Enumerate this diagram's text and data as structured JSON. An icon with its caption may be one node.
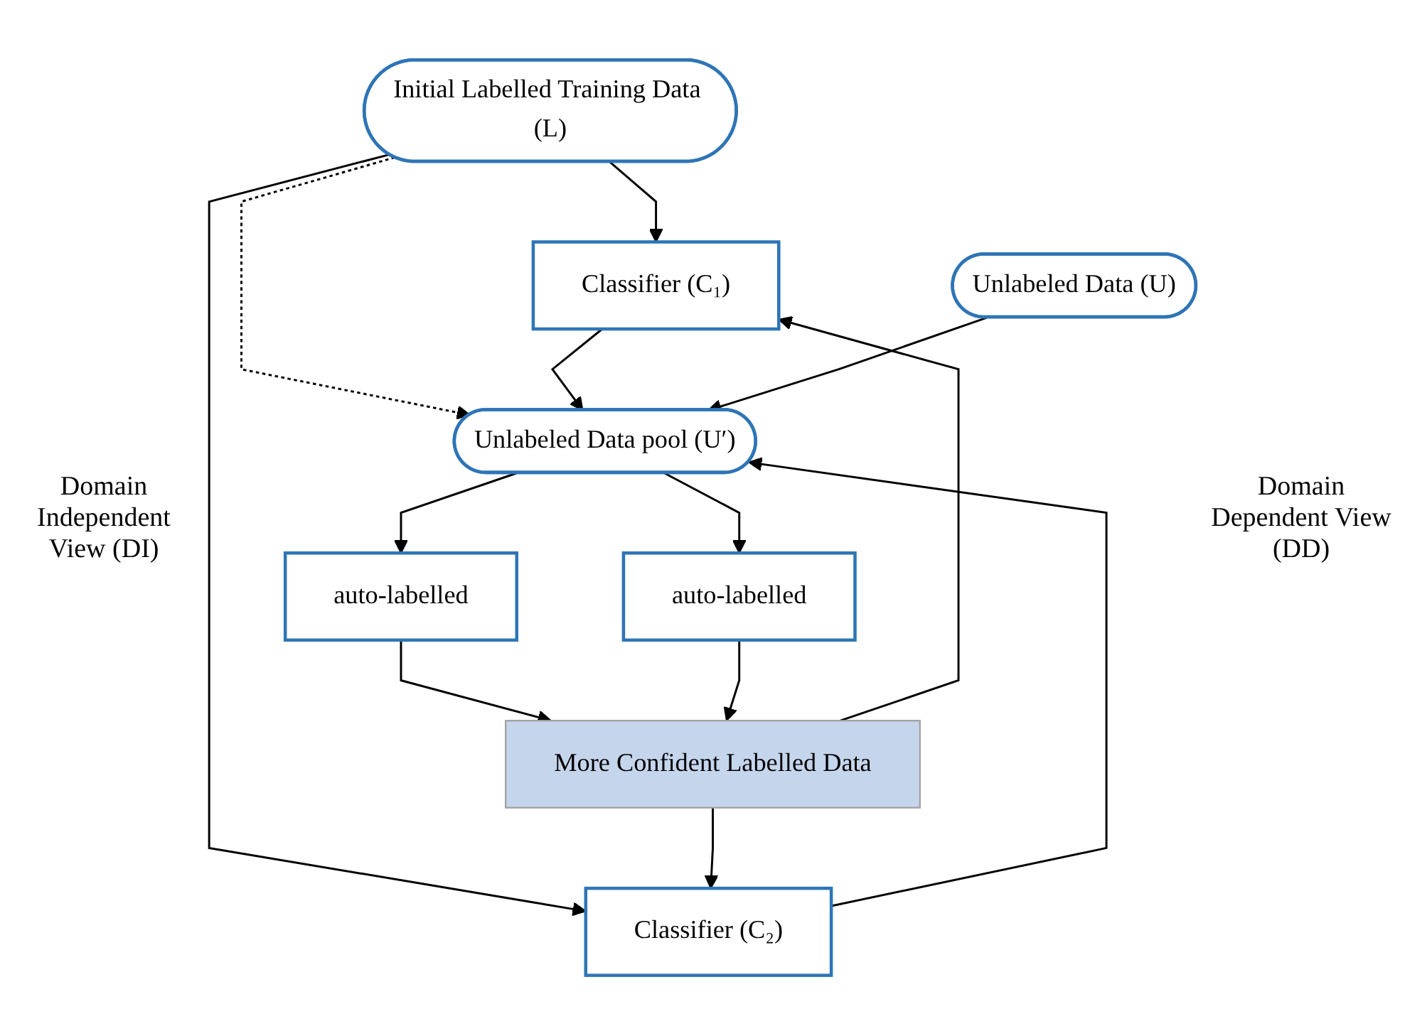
{
  "diagram": {
    "nodes": [
      {
        "text": [
          "Initial Labelled Training Data (L)"
        ]
      },
      {
        "text": [
          "Classifier (C₁)"
        ]
      },
      {
        "text": [
          "More Confident Labelled Data"
        ]
      },
      {
        "text": [
          "Classifier (C₂)"
        ]
      },
      {
        "text": [
          "auto-labelled"
        ]
      },
      {
        "text": [
          "Unlabeled Data pool (U′)"
        ]
      },
      {
        "text": [
          "auto-labelled"
        ]
      },
      {
        "text": [
          "Unlabeled Data (U)"
        ]
      }
    ],
    "edges": [
      {
        "from": 0,
        "to": 1,
        "arrow": "to"
      },
      {
        "from": 0,
        "to": 3,
        "arrow": "to"
      },
      {
        "from": 0,
        "to": 5,
        "arrow": "to",
        "style": "dashed"
      },
      {
        "from": 2,
        "to": 1,
        "arrow": "to"
      },
      {
        "from": 2,
        "to": 3,
        "arrow": "to"
      },
      {
        "from": 1,
        "to": 5,
        "arrow": "to"
      },
      {
        "from": 3,
        "to": 5,
        "arrow": "to"
      },
      {
        "from": 4,
        "to": 2,
        "arrow": "to"
      },
      {
        "from": 6,
        "to": 2,
        "arrow": "to"
      },
      {
        "from": 5,
        "to": 4,
        "arrow": "to"
      },
      {
        "from": 5,
        "to": 6,
        "arrow": "to"
      },
      {
        "from": 7,
        "to": 5,
        "arrow": "to"
      }
    ],
    "labels": [
      "Domain Independent View (DI)",
      "Domain Dependent View (DD)"
    ]
  }
}
